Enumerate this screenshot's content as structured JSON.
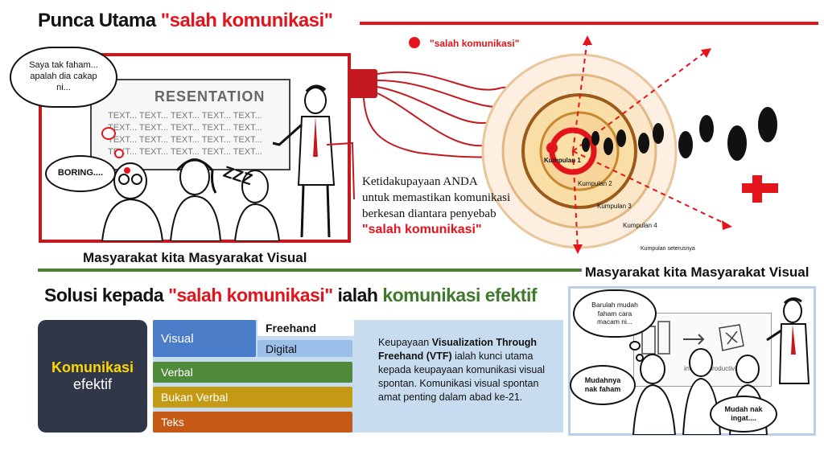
{
  "header": {
    "title_prefix": "Punca Utama ",
    "title_highlight": "\"salah komunikasi\"",
    "legend_label": "\"salah komunikasi\""
  },
  "scene_left": {
    "thought_bubble": "Saya tak faham... apalah dia cakap ni...",
    "boring_bubble": "BORING....",
    "zzz": "ZZZ",
    "board_title": "RESENTATION",
    "board_lines": [
      "TEXT... TEXT... TEXT... TEXT... TEXT...",
      "TEXT... TEXT... TEXT... TEXT... TEXT...",
      "TEXT... TEXT... TEXT... TEXT... TEXT...",
      "TEXT... TEXT... TEXT... TEXT... TEXT..."
    ],
    "caption": "Masyarakat kita Masyarakat Visual"
  },
  "explanation": {
    "line1": "Ketidakupayaan ANDA",
    "line2": "untuk memastikan komunikasi",
    "line3": "berkesan diantara penyebab",
    "highlight": "\"salah komunikasi\""
  },
  "rings": {
    "labels": [
      "Kumpulan 1",
      "Kumpulan 2",
      "Kumpulan 3",
      "Kumpulan 4",
      "Kumpulan seterusnya"
    ]
  },
  "section2": {
    "title_prefix": "Solusi kepada ",
    "title_red": "\"salah komunikasi\"",
    "title_mid": " ialah ",
    "title_green": "komunikasi efektif",
    "right_caption": "Masyarakat kita Masyarakat Visual"
  },
  "komunikasi_box": {
    "line1": "Komunikasi",
    "line2": "efektif"
  },
  "categories": {
    "visual": "Visual",
    "freehand": "Freehand",
    "digital": "Digital",
    "verbal": "Verbal",
    "bukan_verbal": "Bukan Verbal",
    "teks": "Teks"
  },
  "vtf_text": {
    "p1": "Keupayaan ",
    "bold": "Visualization Through Freehand (VTF)",
    "p2": " ialah kunci utama kepada keupayaan komunikasi visual spontan. Komunikasi visual spontan amat penting dalam abad ke-21."
  },
  "scene_right": {
    "bubble_top": "Barulah mudah faham cara macam ni...",
    "bubble_left": "Mudahnya nak faham",
    "bubble_right": "Mudah nak ingat....",
    "board_label": "improve productivity"
  },
  "colors": {
    "red": "#e3141b",
    "green_line": "#4e7d3a",
    "visual_blue": "#4a7cc7",
    "light_blue": "#9bbfe8",
    "verbal_green": "#4f8a3a",
    "bukan_verbal_gold": "#c49a14",
    "teks_orange": "#c55a17",
    "navy_box": "#2f3748",
    "panel_blue": "#c8dcef"
  }
}
